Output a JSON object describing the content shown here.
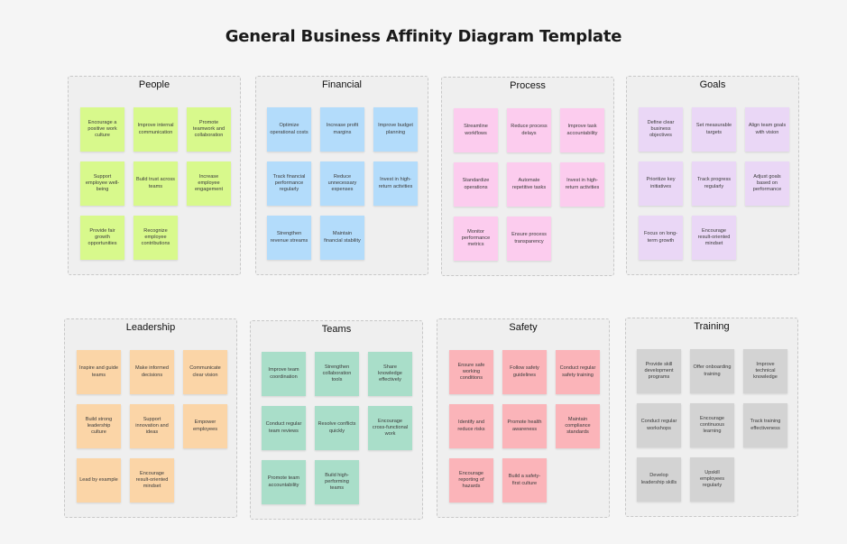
{
  "title": "General Business Affinity Diagram Template",
  "colors": {
    "background": "#f5f5f5",
    "group_bg": "#efefef",
    "people": "#d8f98c",
    "financial": "#b3dcfb",
    "process": "#fcccee",
    "goals": "#ead7f6",
    "leadership": "#fbd5a7",
    "teams": "#a9dec9",
    "safety": "#fbb4b9",
    "training": "#d3d3d3"
  },
  "groups": [
    {
      "title": "People",
      "notes": [
        "Encourage a positive work culture",
        "Improve internal communication",
        "Promote teamwork and collaboration",
        "Support employee well-being",
        "Build trust across teams",
        "Increase employee engagement",
        "Provide fair growth opportunities",
        "Recognize employee contributions"
      ]
    },
    {
      "title": "Financial",
      "notes": [
        "Optimize operational costs",
        "Increase profit margins",
        "Improve budget planning",
        "Track financial performance regularly",
        "Reduce unnecessary expenses",
        "Invest in high-return activities",
        "Strengthen revenue streams",
        "Maintain financial stability"
      ]
    },
    {
      "title": "Process",
      "notes": [
        "Streamline workflows",
        "Reduce process delays",
        "Improve task accountability",
        "Standardize operations",
        "Automate repetitive tasks",
        "Invest in high-return activities",
        "Monitor performance metrics",
        "Ensure process transparency"
      ]
    },
    {
      "title": "Goals",
      "notes": [
        "Define clear business objectives",
        "Set measurable targets",
        "Align team goals with vision",
        "Prioritize key initiatives",
        "Track progress regularly",
        "Adjust goals based on performance",
        "Focus on long-term growth",
        "Encourage result-oriented mindset"
      ]
    },
    {
      "title": "Leadership",
      "notes": [
        "Inspire and guide teams",
        "Make informed decisions",
        "Communicate clear vision",
        "Build strong leadership culture",
        "Support innovation and ideas",
        "Empower employees",
        "Lead by example",
        "Encourage result-oriented mindset"
      ]
    },
    {
      "title": "Teams",
      "notes": [
        "Improve team coordination",
        "Strengthen collaboration tools",
        "Share knowledge effectively",
        "Conduct regular team reviews",
        "Resolve conflicts quickly",
        "Encourage cross-functional work",
        "Promote team accountability",
        "Build high-performing teams"
      ]
    },
    {
      "title": "Safety",
      "notes": [
        "Ensure safe working conditions",
        "Follow safety guidelines",
        "Conduct regular safety training",
        "Identify and reduce risks",
        "Promote health awareness",
        "Maintain compliance standards",
        "Encourage reporting of hazards",
        "Build a safety-first culture"
      ]
    },
    {
      "title": "Training",
      "notes": [
        "Provide skill development programs",
        "Offer onboarding training",
        "Improve technical knowledge",
        "Conduct regular workshops",
        "Encourage continuous learning",
        "Track training effectiveness",
        "Develop leadership skills",
        "Upskill employees regularly"
      ]
    }
  ]
}
